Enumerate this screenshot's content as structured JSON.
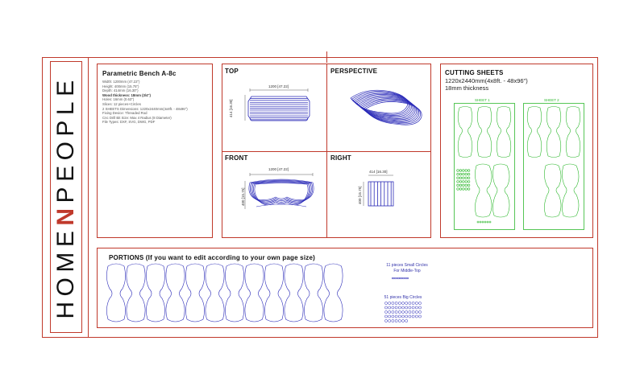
{
  "brand": {
    "part1": "HOME",
    "accent": "N",
    "part2": "PEOPLE",
    "accent_color": "#c0392b"
  },
  "info": {
    "title": "Parametric Bench A-8c",
    "specs": [
      {
        "text": "Width: 1200mm (47.22\")",
        "bold": false
      },
      {
        "text": "Height: 400mm (15.75\")",
        "bold": false
      },
      {
        "text": "Depth: 414mm (16.30\")",
        "bold": false
      },
      {
        "text": "Wood thickness: 18mm (3/4\")",
        "bold": true
      },
      {
        "text": "Holes: 16mm (0.63\")",
        "bold": false
      },
      {
        "text": "Slices: 12 pieces+Circles",
        "bold": false
      },
      {
        "text": "2 SHEETS Dimensions: 1220x2440mm(4x8ft. - 48x96\")",
        "bold": false
      },
      {
        "text": "Fixing Device: Threaded Rod",
        "bold": false
      },
      {
        "text": "Cnc Drill Bit Size: Max 4 Radius (8 Diameter)",
        "bold": false
      },
      {
        "text": "File Types: DXF, SVG, DWG, PDF",
        "bold": false
      }
    ]
  },
  "views": {
    "top": {
      "title": "TOP",
      "width_dim": "1200 [47.22]",
      "depth_dim": "414 [16.30]"
    },
    "perspective": {
      "title": "PERSPECTIVE"
    },
    "front": {
      "title": "FRONT",
      "width_dim": "1200 [47.22]",
      "height_dim": "400 [15.75]"
    },
    "right": {
      "title": "RIGHT",
      "depth_dim": "414 [16.30]",
      "height_dim": "400 [15.75]"
    }
  },
  "cutting": {
    "title": "CUTTING SHEETS",
    "size": "1220x2440mm(4x8ft. - 48x96\")",
    "thickness": "18mm thickness",
    "sheet1": "SHEET 1",
    "sheet2": "SHEET 2"
  },
  "portions": {
    "title": "PORTIONS (If you want to edit according to your own page size)",
    "small_label_1": "11 pieces Small Circles",
    "small_label_2": "For Middle-Top",
    "big_label": "51 pieces Big Circles"
  },
  "colors": {
    "frame": "#c0392b",
    "drawing": "#2b2bb8",
    "sheet": "#2db82d"
  }
}
